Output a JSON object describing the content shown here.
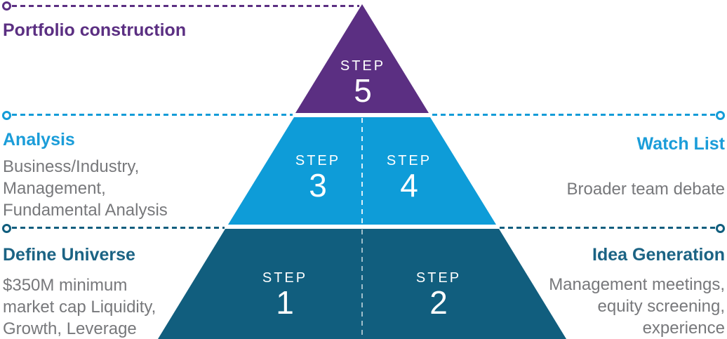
{
  "diagram": {
    "type": "process-pyramid",
    "colors": {
      "tier_top_purple": "#5b2f82",
      "tier_middle_blue": "#0e9cd8",
      "tier_bottom_teal": "#115e7e",
      "heading_blue": "#1b9dd9",
      "heading_teal": "#1b6384",
      "heading_purple": "#5b2f82",
      "body_gray": "#77787b"
    },
    "steps": {
      "step1": {
        "label": "STEP",
        "number": "1"
      },
      "step2": {
        "label": "STEP",
        "number": "2"
      },
      "step3": {
        "label": "STEP",
        "number": "3"
      },
      "step4": {
        "label": "STEP",
        "number": "4"
      },
      "step5": {
        "label": "STEP",
        "number": "5"
      }
    },
    "annotations": {
      "left": {
        "portfolio": {
          "title": "Portfolio construction"
        },
        "analysis": {
          "title": "Analysis",
          "lines": [
            "Business/Industry,",
            "Management,",
            "Fundamental Analysis"
          ]
        },
        "define_universe": {
          "title": "Define Universe",
          "lines": [
            "$350M minimum",
            "market cap Liquidity,",
            "Growth, Leverage"
          ]
        }
      },
      "right": {
        "watch_list": {
          "title": "Watch List",
          "lines": [
            "Broader team debate"
          ]
        },
        "idea_generation": {
          "title": "Idea Generation",
          "lines": [
            "Management meetings,",
            "equity screening,",
            "experience"
          ]
        }
      }
    }
  }
}
